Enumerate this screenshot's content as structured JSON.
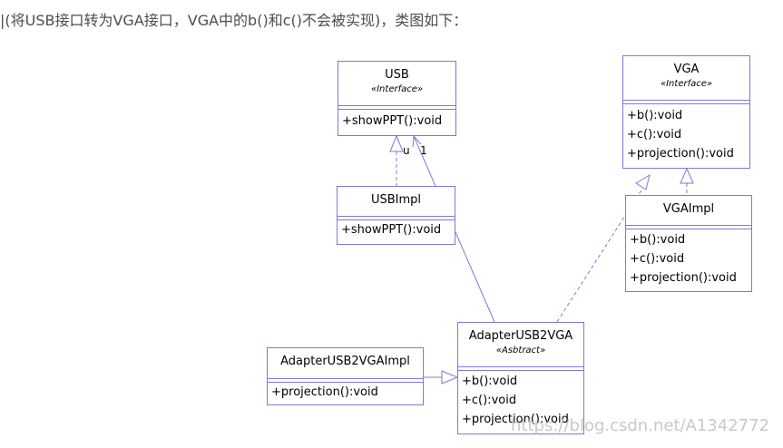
{
  "caption": "|(将USB接口转为VGA接口，VGA中的b()和c()不会被实现)，类图如下：",
  "watermark": "https://blog.csdn.net/A1342772",
  "colors": {
    "border": "#7b7bd6",
    "text": "#000000",
    "caption": "#4d4d4d"
  },
  "classes": {
    "usb": {
      "name": "USB",
      "stereotype": "«Interface»",
      "ops": [
        "+showPPT():void"
      ]
    },
    "usbimpl": {
      "name": "USBImpl",
      "ops": [
        "+showPPT():void"
      ]
    },
    "vga": {
      "name": "VGA",
      "stereotype": "«Interface»",
      "ops": [
        "+b():void",
        "+c():void",
        "+projection():void"
      ]
    },
    "vgaimpl": {
      "name": "VGAImpl",
      "ops": [
        "+b():void",
        "+c():void",
        "+projection():void"
      ]
    },
    "adapter": {
      "name": "AdapterUSB2VGA",
      "stereotype": "«Asbtract»",
      "ops": [
        "+b():void",
        "+c():void",
        "+projection():void"
      ]
    },
    "adapterimpl": {
      "name": "AdapterUSB2VGAImpl",
      "ops": [
        "+projection():void"
      ]
    }
  },
  "multiplicity": {
    "near_usb_left": "u",
    "near_usb_right": "1"
  }
}
